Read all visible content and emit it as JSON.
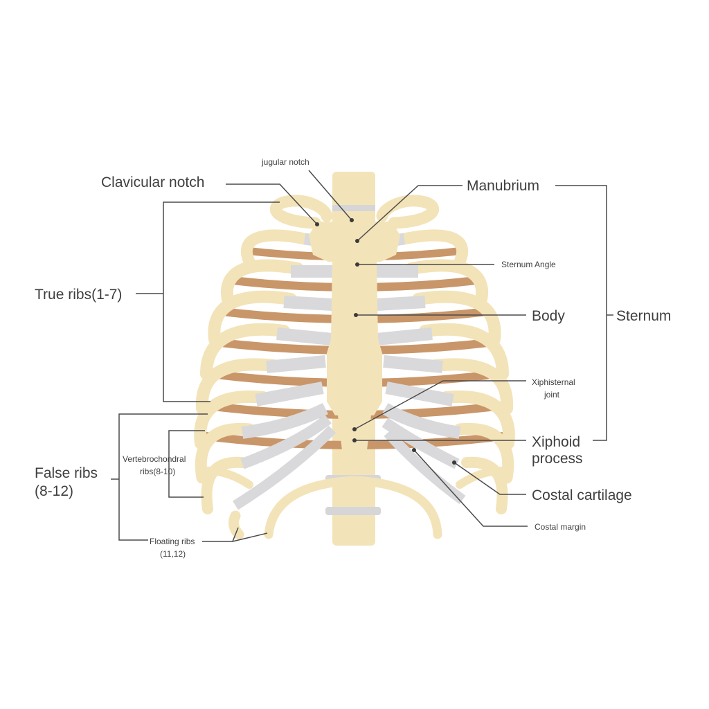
{
  "labels": {
    "jugular_notch": "jugular notch",
    "clavicular_notch": "Clavicular notch",
    "manubrium": "Manubrium",
    "sternum_angle": "Sternum Angle",
    "body": "Body",
    "sternum": "Sternum",
    "true_ribs": "True ribs(1-7)",
    "xiphisternal_joint_1": "Xiphisternal",
    "xiphisternal_joint_2": "joint",
    "xiphoid_process_1": "Xiphoid",
    "xiphoid_process_2": "process",
    "false_ribs_1": "False ribs",
    "false_ribs_2": "(8-12)",
    "vertebrochondral_1": "Vertebrochondral",
    "vertebrochondral_2": "ribs(8-10)",
    "costal_cartilage": "Costal cartilage",
    "costal_margin": "Costal margin",
    "floating_ribs_1": "Floating ribs",
    "floating_ribs_2": "(11,12)"
  },
  "colors": {
    "bone": "#f3e3b8",
    "rib_back": "#c99669",
    "cartilage": "#d9d9db",
    "leader": "#4a4a4a",
    "text": "#3f3f3f"
  }
}
